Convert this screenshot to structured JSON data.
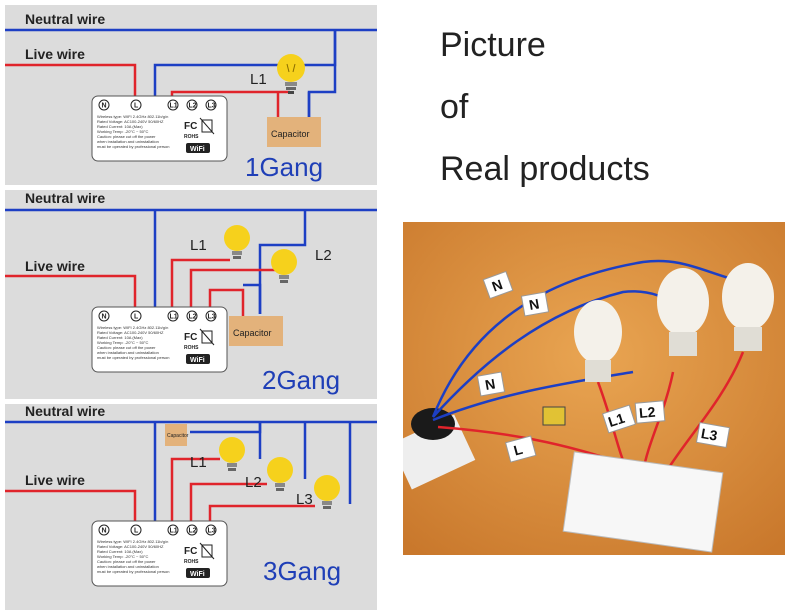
{
  "panels": [
    {
      "neutral": "Neutral wire",
      "live": "Live wire",
      "loads": [
        "L1"
      ],
      "capacitor": "Capacitor",
      "gang": "1Gang",
      "terminals": [
        "N",
        "L",
        "L1",
        "L2",
        "L3"
      ]
    },
    {
      "neutral": "Neutral wire",
      "live": "Live wire",
      "loads": [
        "L1",
        "L2"
      ],
      "capacitor": "Capacitor",
      "gang": "2Gang",
      "terminals": [
        "N",
        "L",
        "L1",
        "L2",
        "L3"
      ]
    },
    {
      "neutral": "Neutral wire",
      "live": "Live wire",
      "loads": [
        "L1",
        "L2",
        "L3"
      ],
      "capacitor": "Capacitor",
      "gang": "3Gang",
      "terminals": [
        "N",
        "L",
        "L1",
        "L2",
        "L3"
      ]
    }
  ],
  "module_specs": [
    "Wireless type: WIFI 2.4GHz 802.11b/g/n",
    "Rated Voltage: AC100-240V 50/60HZ",
    "Rated Current: 10A (Max)",
    "Working Temp: -20°C ~ 50°C",
    "Caution: please cut off the power",
    "when installation and uninstallation",
    "must be operated by professional person"
  ],
  "certs": {
    "fc": "FC",
    "rohs": "ROHS",
    "wifi": "WiFi"
  },
  "right": {
    "title_lines": [
      "Picture",
      "of",
      "Real products"
    ],
    "photo_tags": [
      "N",
      "N",
      "N",
      "L",
      "L1",
      "L2",
      "L3"
    ]
  },
  "colors": {
    "live": "#e0242b",
    "neutral": "#1d3fc4",
    "panel": "#dcdcdc",
    "capacitor": "#e3b27b",
    "bulb": "#f6d11c",
    "gang_text": "#1f3fb7"
  }
}
